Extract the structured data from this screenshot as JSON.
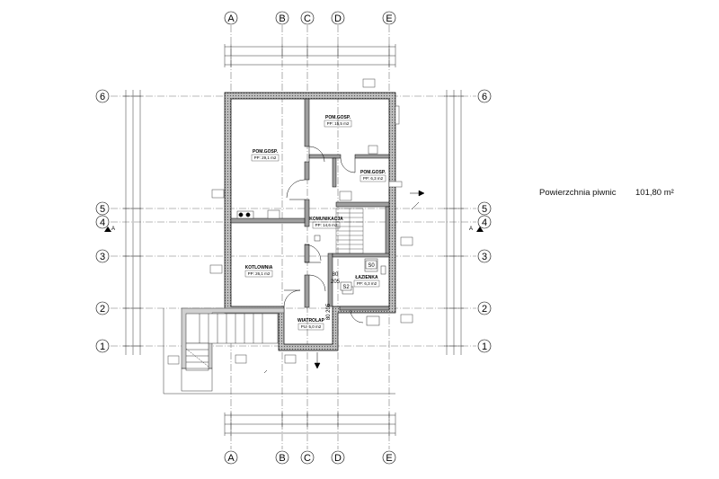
{
  "column_axes": [
    "A",
    "B",
    "C",
    "D",
    "E"
  ],
  "row_axes": [
    "6",
    "5",
    "4",
    "3",
    "2",
    "1"
  ],
  "section_marker": "A",
  "rooms": [
    {
      "id": "pom-gosp-1",
      "name": "POM.GOSP.",
      "area": "PP: 29,1 m2"
    },
    {
      "id": "pom-gosp-2",
      "name": "POM.GOSP.",
      "area": "PP: 15,5 m2"
    },
    {
      "id": "pom-gosp-3",
      "name": "POM.GOSP.",
      "area": "PP: 6,3 m2"
    },
    {
      "id": "komunikacja",
      "name": "KOMUNIKACJA",
      "area": "PP: 14,6 m2"
    },
    {
      "id": "kotlownia",
      "name": "KOTLOWNIA",
      "area": "PP: 26,1 m2"
    },
    {
      "id": "lazienka",
      "name": "ŁAZIENKA",
      "area": "PP: 6,3 m2"
    },
    {
      "id": "wiatrolap",
      "name": "WIATROLAP",
      "area": "PU: 5,0 m2"
    }
  ],
  "notes": {
    "opening_top": "80",
    "opening_bottom": "205",
    "s2": "S2",
    "s0": "S0",
    "vertical_note": "80 205"
  },
  "summary": {
    "label": "Powierzchnia piwnic",
    "value": "101,80 m²"
  }
}
